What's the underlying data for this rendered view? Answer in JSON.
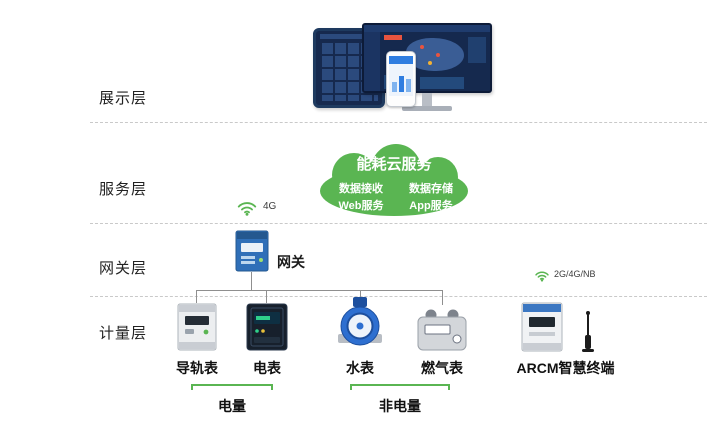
{
  "layers": [
    {
      "id": "display",
      "label": "展示层"
    },
    {
      "id": "service",
      "label": "服务层"
    },
    {
      "id": "gateway",
      "label": "网关层"
    },
    {
      "id": "metering",
      "label": "计量层"
    }
  ],
  "cloud": {
    "title": "能耗云服务",
    "items": [
      {
        "label": "数据接收"
      },
      {
        "label": "数据存储"
      },
      {
        "label": "Web服务"
      },
      {
        "label": "App服务"
      }
    ]
  },
  "gateway": {
    "label": "网关",
    "signal": "4G"
  },
  "meters": [
    {
      "label": "导轨表"
    },
    {
      "label": "电表"
    },
    {
      "label": "水表"
    },
    {
      "label": "燃气表"
    }
  ],
  "arcm": {
    "label": "ARCM智慧终端",
    "signal": "2G/4G/NB"
  },
  "groups": [
    {
      "label": "电量"
    },
    {
      "label": "非电量"
    }
  ],
  "icons": [
    "wifi-icon",
    "cloud-icon",
    "antenna-icon",
    "gateway-device-icon",
    "din-rail-meter-icon",
    "energy-meter-icon",
    "water-meter-icon",
    "gas-meter-icon",
    "arcm-terminal-icon"
  ],
  "colors": {
    "accent_green": "#5ab552",
    "device_blue": "#2e6fd0",
    "screen_navy": "#16294e",
    "connector_gray": "#8f8f8f",
    "separator_gray": "#c9c9c9"
  }
}
